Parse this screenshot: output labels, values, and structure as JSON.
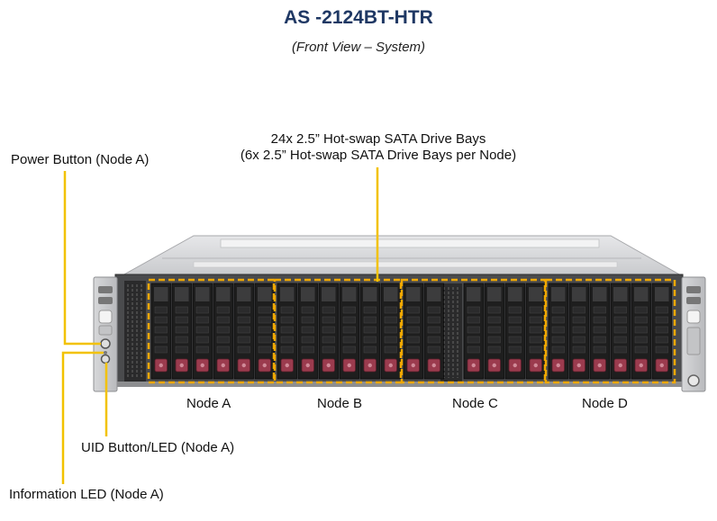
{
  "title": "AS -2124BT-HTR",
  "subtitle": "(Front View – System)",
  "callouts": {
    "drive_bays_line1": "24x 2.5” Hot-swap SATA Drive Bays",
    "drive_bays_line2": "(6x 2.5” Hot-swap SATA Drive Bays per Node)",
    "power_button": "Power Button (Node A)",
    "uid_button": "UID Button/LED (Node A)",
    "information_led": "Information  LED (Node A)"
  },
  "nodes": [
    "Node A",
    "Node B",
    "Node C",
    "Node D"
  ],
  "colors": {
    "title": "#1f3864",
    "callout_line": "#f2c200",
    "node_outline": "#f0a800",
    "chassis_top": "#d9dadc",
    "front_panel": "#3a3a3a",
    "drive_tray": "#1e1e1e",
    "drive_latch": "#9b3b4e"
  },
  "icons": [
    "power-button-icon",
    "uid-button-icon",
    "information-led-icon",
    "drive-bay-icon",
    "rack-ear-icon"
  ]
}
